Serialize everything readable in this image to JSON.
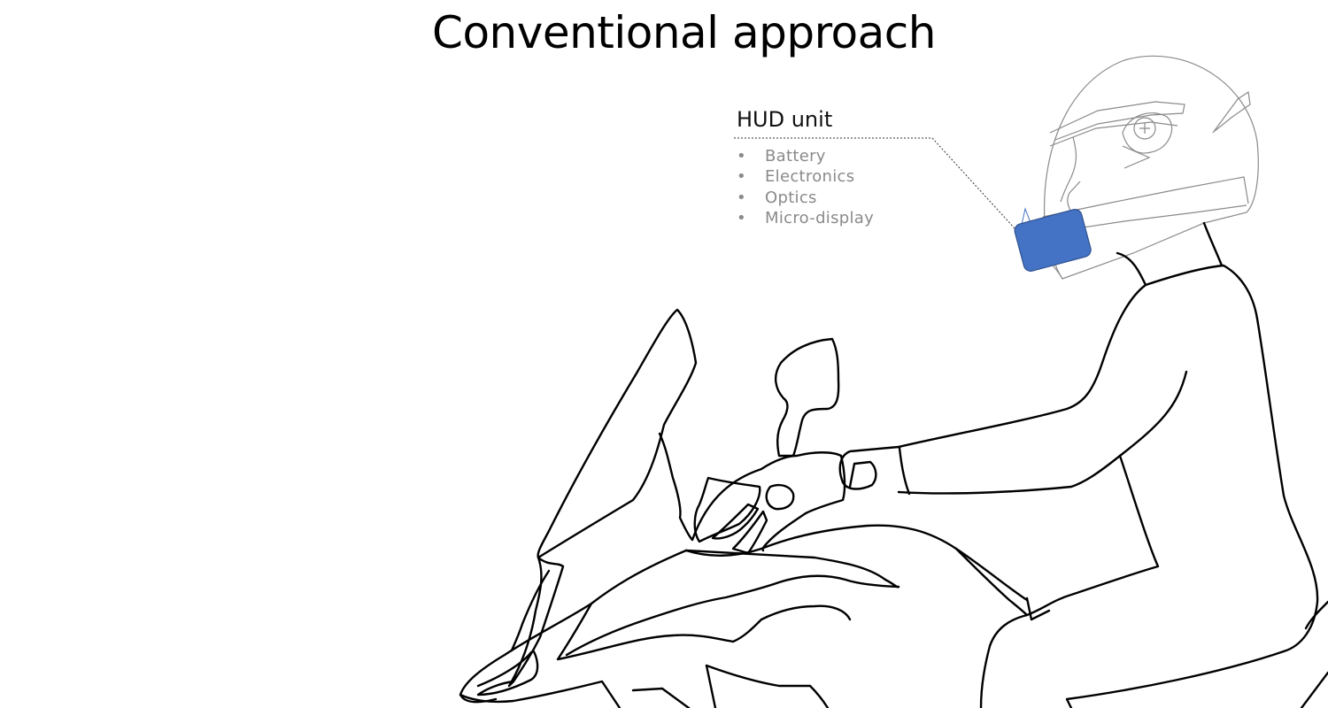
{
  "title": "Conventional approach",
  "hud": {
    "label": "HUD unit",
    "components": [
      "Battery",
      "Electronics",
      "Optics",
      "Micro-display"
    ],
    "color": "#4472c4"
  },
  "icons": [
    "motorcycle-rider-illustration",
    "helmet-icon",
    "hud-unit-box"
  ]
}
